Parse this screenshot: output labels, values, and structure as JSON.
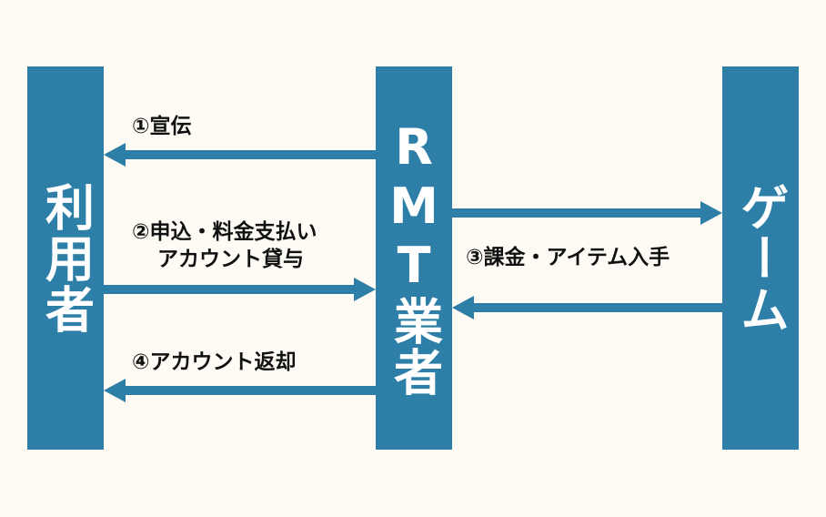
{
  "nodes": {
    "user": "利用者",
    "rmt": "RMT業者",
    "game": "ゲーム"
  },
  "steps": {
    "s1": "①宣伝",
    "s2_line1": "②申込・料金支払い",
    "s2_line2": "アカウント貸与",
    "s3": "③課金・アイテム入手",
    "s4": "④アカウント返却"
  },
  "colors": {
    "box": "#2e7fa7",
    "arrow": "#2e7fa7",
    "background": "#fdfbf3",
    "text": "#111111"
  }
}
